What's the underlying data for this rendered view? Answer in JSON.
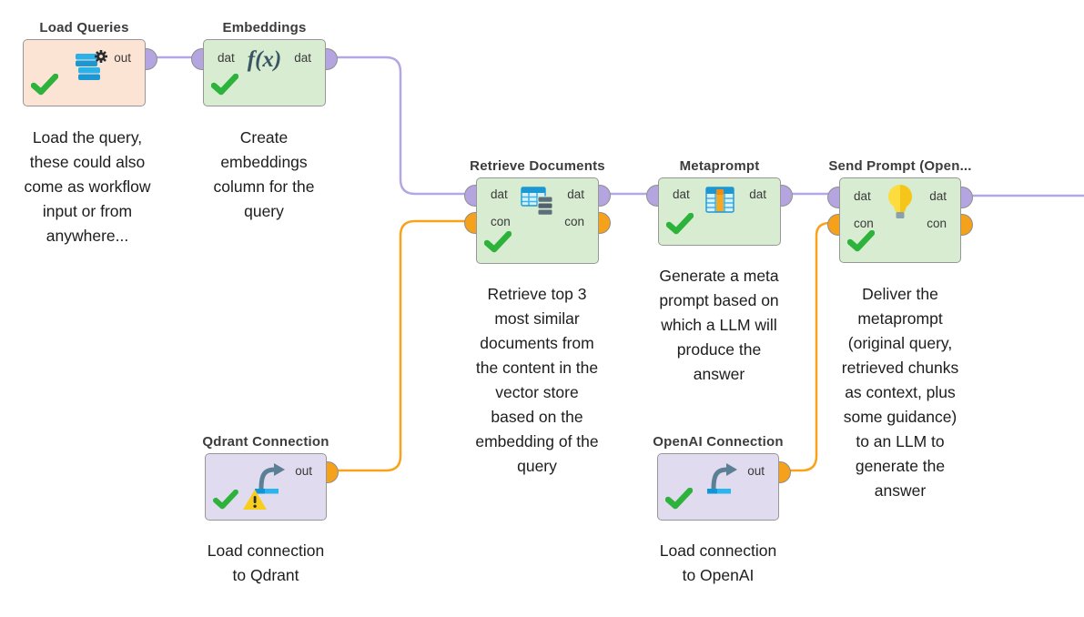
{
  "colors": {
    "wire_data": "#b5a7e3",
    "wire_connection": "#f9a21a",
    "port_data": "#b4a5e0",
    "port_connection": "#f5a11c",
    "box_green": "#d7ecd1",
    "box_peach": "#fce4d4",
    "box_lavender": "#e0dbee",
    "status_success": "#2db33c",
    "status_warning": "#f8ce1d"
  },
  "icons": {
    "fx_glyph": "f(x)"
  },
  "operators": [
    {
      "title": "Load Queries",
      "caption": "Load the query,\nthese could also\ncome as workflow\ninput or from\nanywhere...",
      "icon": "database-gear-icon",
      "status": [
        "success"
      ],
      "ports": {
        "left": [],
        "right": [
          {
            "label": "out"
          }
        ]
      }
    },
    {
      "title": "Embeddings",
      "caption": "Create\nembeddings\ncolumn for the\nquery",
      "icon": "function-fx-icon",
      "status": [
        "success"
      ],
      "ports": {
        "left": [
          {
            "label": "dat"
          }
        ],
        "right": [
          {
            "label": "dat"
          }
        ]
      }
    },
    {
      "title": "Retrieve Documents",
      "caption": "Retrieve top 3\nmost similar\ndocuments from\nthe content in the\nvector store\nbased on the\nembedding of the\nquery",
      "icon": "table-database-icon",
      "status": [
        "success"
      ],
      "ports": {
        "left": [
          {
            "label": "dat"
          },
          {
            "label": "con"
          }
        ],
        "right": [
          {
            "label": "dat"
          },
          {
            "label": "con"
          }
        ]
      }
    },
    {
      "title": "Metaprompt",
      "caption": "Generate a meta\nprompt based on\nwhich a LLM will\nproduce the\nanswer",
      "icon": "table-highlight-column-icon",
      "status": [
        "success"
      ],
      "ports": {
        "left": [
          {
            "label": "dat"
          }
        ],
        "right": [
          {
            "label": "dat"
          }
        ]
      }
    },
    {
      "title": "Send Prompt (Open...",
      "caption": "Deliver the\nmetaprompt\n(original query,\nretrieved chunks\nas context, plus\nsome guidance)\nto an LLM to\ngenerate the\nanswer",
      "icon": "lightbulb-icon",
      "status": [
        "success"
      ],
      "ports": {
        "left": [
          {
            "label": "dat"
          },
          {
            "label": "con"
          }
        ],
        "right": [
          {
            "label": "dat"
          },
          {
            "label": "con"
          }
        ]
      }
    },
    {
      "title": "Qdrant Connection",
      "caption": "Load connection\nto Qdrant",
      "icon": "connection-arrow-icon",
      "status": [
        "success",
        "warning"
      ],
      "ports": {
        "left": [],
        "right": [
          {
            "label": "out"
          }
        ]
      }
    },
    {
      "title": "OpenAI Connection",
      "caption": "Load connection\nto OpenAI",
      "icon": "connection-arrow-icon",
      "status": [
        "success"
      ],
      "ports": {
        "left": [],
        "right": [
          {
            "label": "out"
          }
        ]
      }
    }
  ]
}
